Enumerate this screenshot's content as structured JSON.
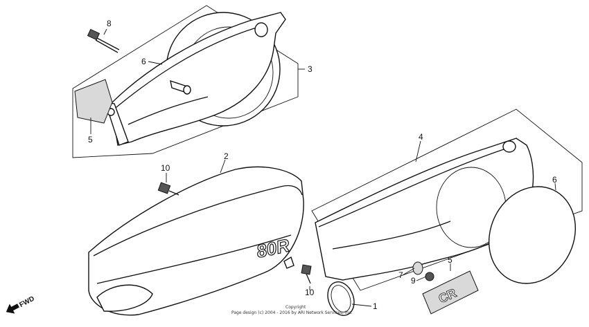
{
  "callouts": {
    "c8": "8",
    "c6_top": "6",
    "c3": "3",
    "c5_top": "5",
    "c2": "2",
    "c10_top": "10",
    "c4": "4",
    "c6_right": "6",
    "c7": "7",
    "c5_right": "5",
    "c9": "9",
    "c10_bottom": "10",
    "c1": "1"
  },
  "seat_badge_text": "80R",
  "fwd_label": "FWD",
  "copyright": {
    "line1": "Copyright",
    "line2": "Page design (c) 2004 - 2016 by ARI Network Services, Inc."
  }
}
